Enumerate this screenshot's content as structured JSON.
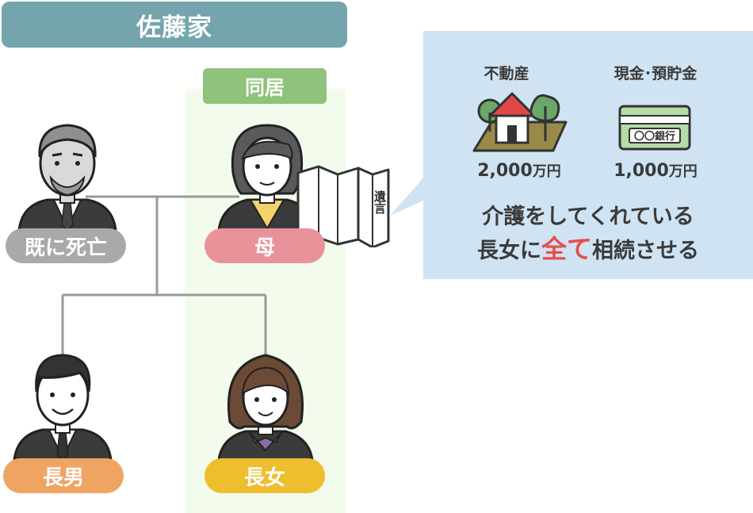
{
  "family_title": "佐藤家",
  "cohabitation_label": "同居",
  "members": {
    "father": "既に死亡",
    "mother": "母",
    "son": "長男",
    "daughter": "長女"
  },
  "will_label": "遺言",
  "assets": {
    "real_estate": {
      "label": "不動産",
      "amount": "2,000",
      "unit": "万円"
    },
    "cash": {
      "label": "現金･預貯金",
      "amount": "1,000",
      "unit": "万円",
      "bank_card_text": "〇〇銀行"
    }
  },
  "message": {
    "line1": "介護をしてくれている",
    "line2_pre": "長女に",
    "line2_accent": "全て",
    "line2_post": "相続させる"
  },
  "colors": {
    "title_bg": "#74a4ac",
    "cohab_zone": "#f2fbec",
    "cohab_label": "#8fc27a",
    "father_pill": "#a9a9a9",
    "mother_pill": "#e8929a",
    "son_pill": "#f0a462",
    "daughter_pill": "#eebe2e",
    "assets_bg": "#cfe3f3",
    "accent": "#e84e4e"
  }
}
